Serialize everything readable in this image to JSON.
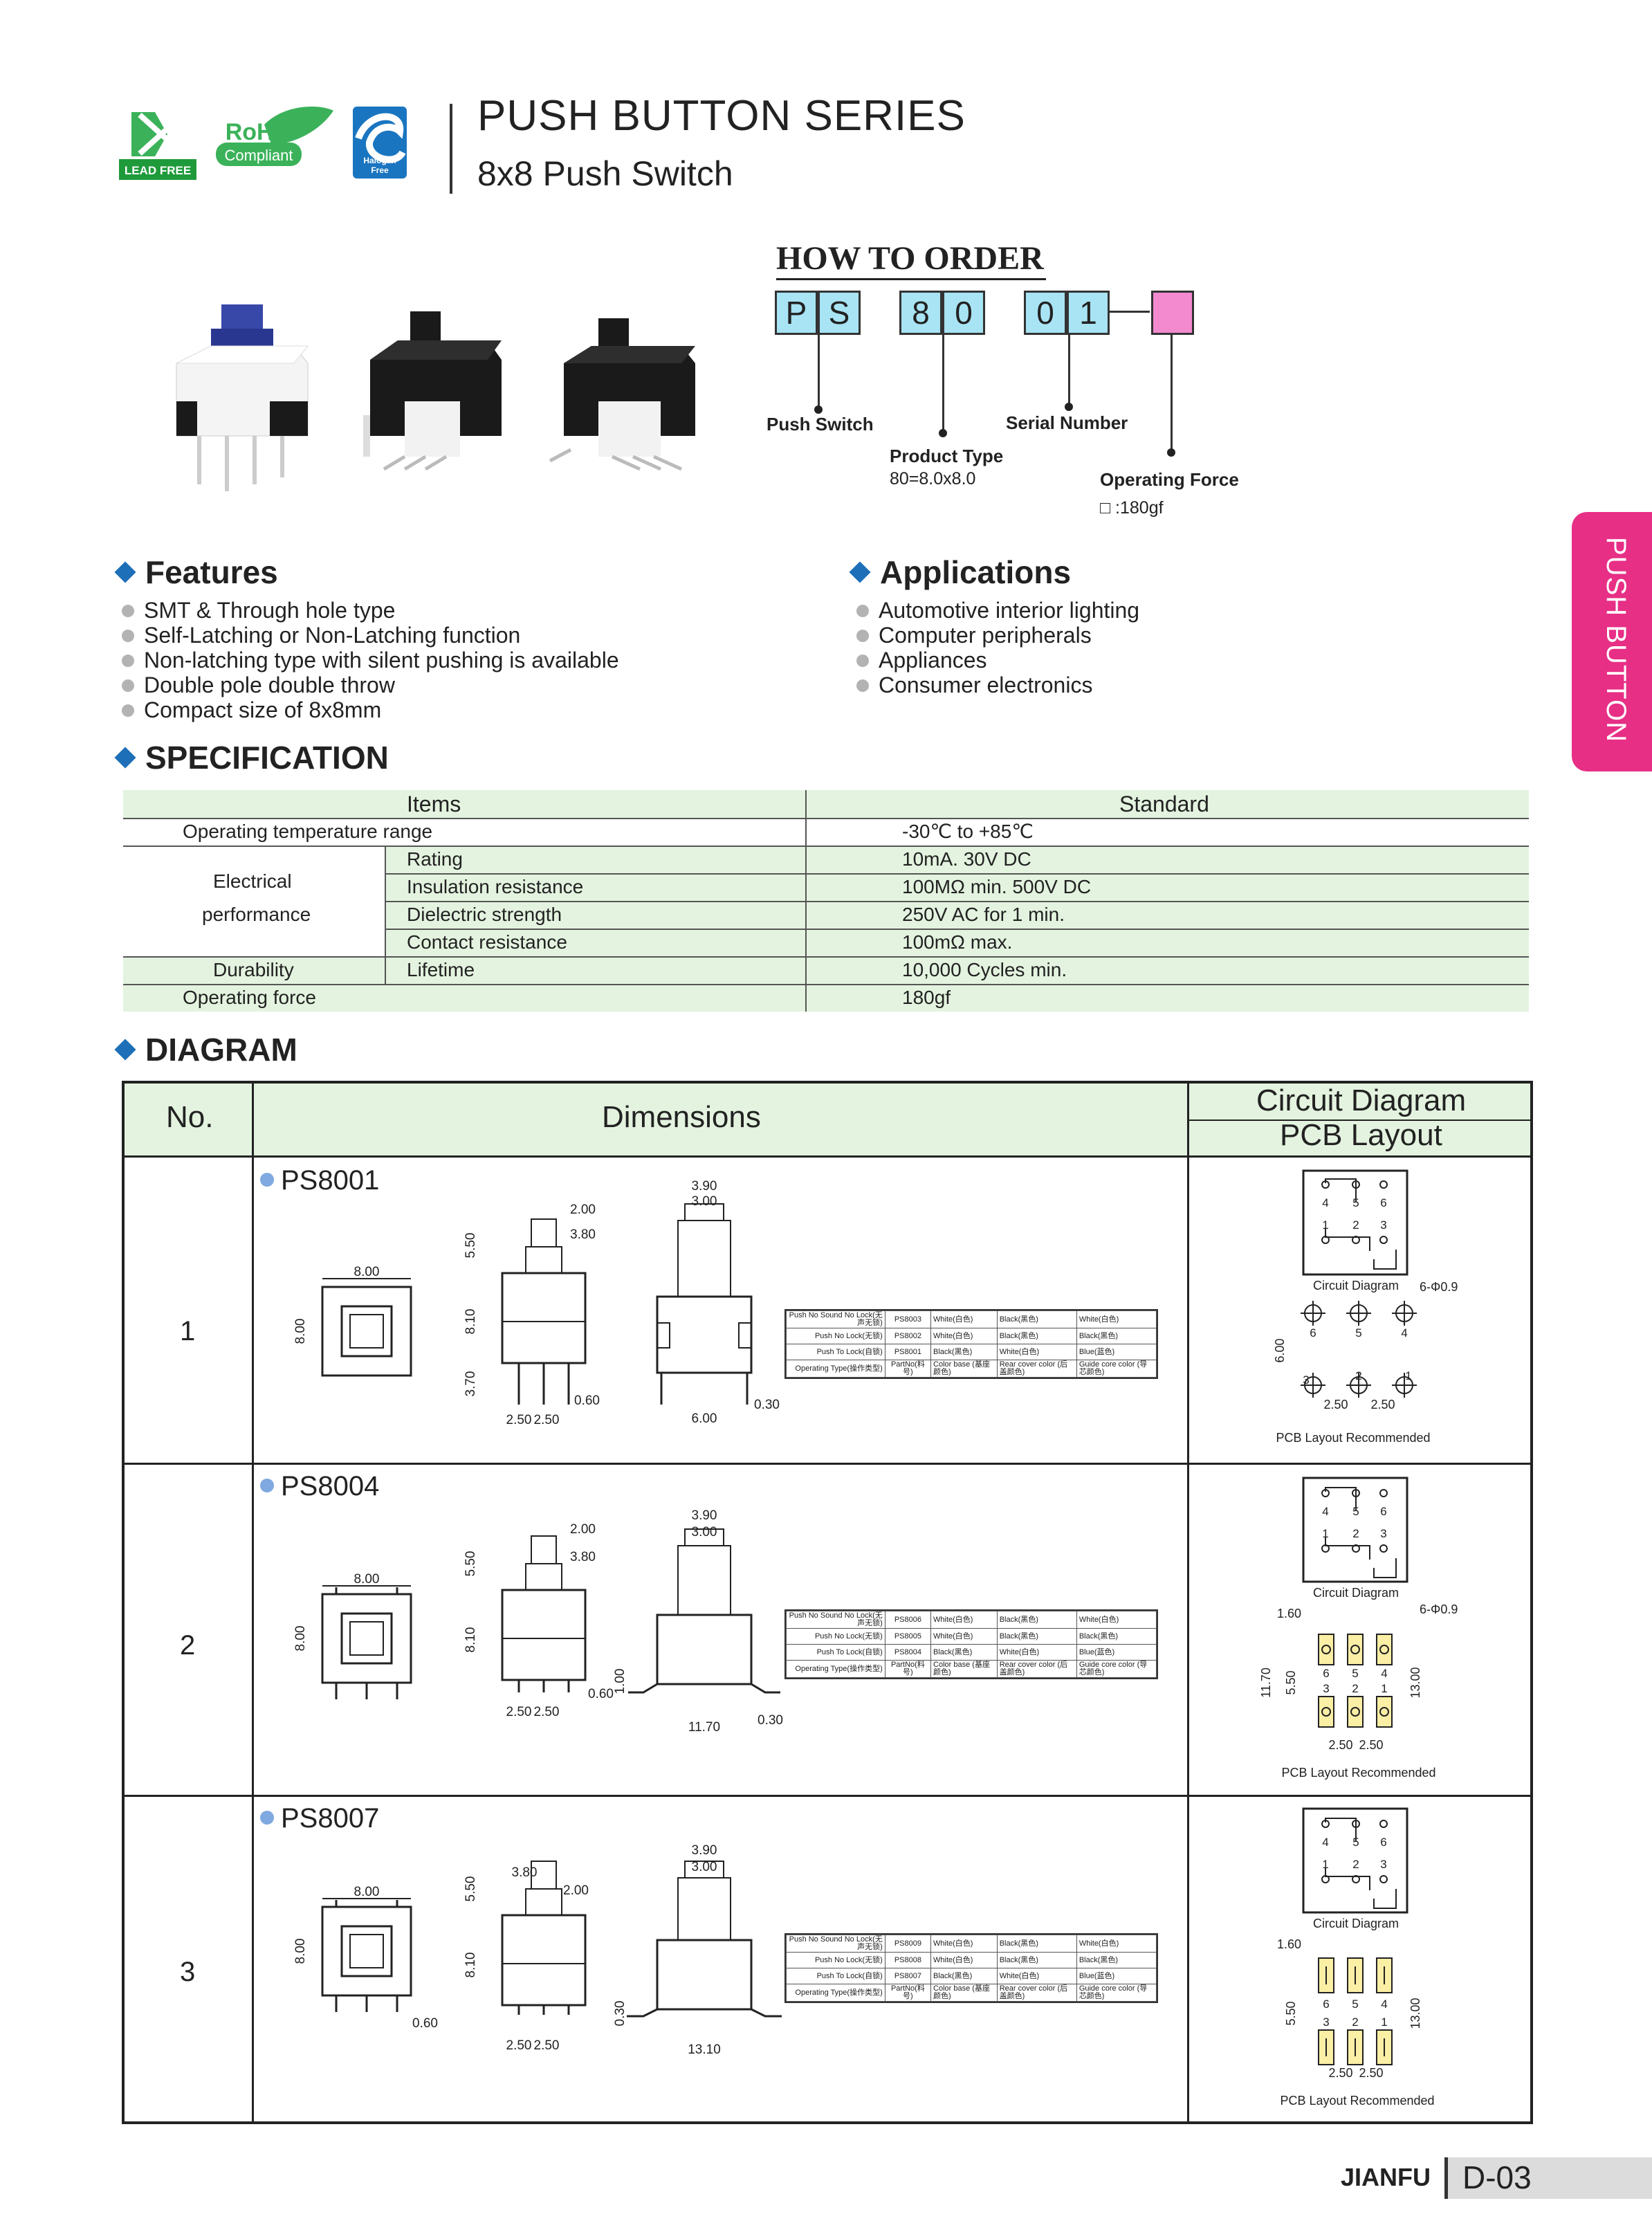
{
  "header": {
    "title": "PUSH BUTTON SERIES",
    "subtitle": "8x8 Push Switch",
    "logos": {
      "lead_free": "LEAD FREE",
      "rohs": "RoHS",
      "rohs_sub": "Compliant",
      "halogen1": "Halogen",
      "halogen2": "Free"
    }
  },
  "how_to_order": {
    "title": "HOW TO ORDER",
    "boxes": [
      "P",
      "S",
      "8",
      "0",
      "0",
      "1",
      ""
    ],
    "labels": {
      "push_switch": "Push Switch",
      "product_type": "Product Type",
      "product_type_value": "80=8.0x8.0",
      "serial_number": "Serial Number",
      "operating_force": "Operating Force",
      "operating_force_value": "□ :180gf"
    }
  },
  "side_tab": "PUSH BUTTON",
  "features": {
    "title": "Features",
    "items": [
      "SMT & Through hole type",
      "Self-Latching or Non-Latching function",
      "Non-latching type with silent pushing is available",
      "Double pole double throw",
      "Compact size of 8x8mm"
    ]
  },
  "applications": {
    "title": "Applications",
    "items": [
      "Automotive interior lighting",
      "Computer peripherals",
      "Appliances",
      "Consumer electronics"
    ]
  },
  "specification": {
    "title": "SPECIFICATION",
    "header_items": "Items",
    "header_standard": "Standard",
    "op_temp": "Operating temperature range",
    "op_temp_val": "-30℃ to +85℃",
    "electrical1": "Electrical",
    "electrical2": "performance",
    "rating": "Rating",
    "rating_val": "10mA. 30V DC",
    "insulation": "Insulation resistance",
    "insulation_val": "100MΩ min. 500V DC",
    "dielectric": "Dielectric strength",
    "dielectric_val": "250V AC for 1 min.",
    "contact": "Contact resistance",
    "contact_val": "100mΩ max.",
    "durability": "Durability",
    "lifetime": "Lifetime",
    "lifetime_val": "10,000 Cycles min.",
    "op_force": "Operating force",
    "op_force_val": "180gf"
  },
  "diagram": {
    "title": "DIAGRAM",
    "col_no": "No.",
    "col_dim": "Dimensions",
    "col_circuit": "Circuit Diagram",
    "col_pcb": "PCB Layout",
    "rows": [
      {
        "no": "1",
        "part": "PS8001",
        "dims": {
          "w": "8.00",
          "h": "8.00",
          "a": "2.00",
          "b": "3.80",
          "c": "5.50",
          "d": "8.10",
          "e": "3.70",
          "f": "0.60",
          "g1": "2.50",
          "g2": "2.50",
          "s1": "3.90",
          "s2": "3.00",
          "s3": "6.00",
          "s4": "0.30"
        },
        "table": [
          [
            "Push No Sound No Lock(无声无锁)",
            "PS8003",
            "White(白色)",
            "Black(黑色)",
            "White(白色)"
          ],
          [
            "Push No Lock(无锁)",
            "PS8002",
            "White(白色)",
            "Black(黑色)",
            "Black(黑色)"
          ],
          [
            "Push To Lock(自锁)",
            "PS8001",
            "Black(黑色)",
            "White(白色)",
            "Blue(蓝色)"
          ]
        ],
        "pcb": {
          "holes": "6-Φ0.9",
          "h": "6.00",
          "p1": "2.50",
          "p2": "2.50"
        }
      },
      {
        "no": "2",
        "part": "PS8004",
        "dims": {
          "w": "8.00",
          "h": "8.00",
          "a": "2.00",
          "b": "3.80",
          "c": "5.50",
          "d": "8.10",
          "f": "0.60",
          "g1": "2.50",
          "g2": "2.50",
          "s1": "3.90",
          "s2": "3.00",
          "s3": "11.70",
          "s4": "0.30",
          "s5": "1.00"
        },
        "table": [
          [
            "Push No Sound No Lock(无声无锁)",
            "PS8006",
            "White(白色)",
            "Black(黑色)",
            "White(白色)"
          ],
          [
            "Push No Lock(无锁)",
            "PS8005",
            "White(白色)",
            "Black(黑色)",
            "Black(黑色)"
          ],
          [
            "Push To Lock(自锁)",
            "PS8004",
            "Black(黑色)",
            "White(白色)",
            "Blue(蓝色)"
          ]
        ],
        "pcb": {
          "holes": "6-Φ0.9",
          "pad": "1.60",
          "h1": "11.70",
          "h2": "5.50",
          "h3": "13.00",
          "p1": "2.50",
          "p2": "2.50"
        }
      },
      {
        "no": "3",
        "part": "PS8007",
        "dims": {
          "w": "8.00",
          "h": "8.00",
          "a": "2.00",
          "b": "3.80",
          "c": "5.50",
          "d": "8.10",
          "f": "0.60",
          "g1": "2.50",
          "g2": "2.50",
          "s1": "3.90",
          "s2": "3.00",
          "s3": "13.10",
          "s4": "0.30"
        },
        "table": [
          [
            "Push No Sound No Lock(无声无锁)",
            "PS8009",
            "White(白色)",
            "Black(黑色)",
            "White(白色)"
          ],
          [
            "Push No Lock(无锁)",
            "PS8008",
            "White(白色)",
            "Black(黑色)",
            "Black(黑色)"
          ],
          [
            "Push To Lock(自锁)",
            "PS8007",
            "Black(黑色)",
            "White(白色)",
            "Blue(蓝色)"
          ]
        ],
        "pcb": {
          "pad": "1.60",
          "h2": "5.50",
          "h3": "13.00",
          "p1": "2.50",
          "p2": "2.50"
        }
      }
    ],
    "table_footer": [
      "Operating Type(操作类型)",
      "PartNo(料号)",
      "Color base (基座颜色)",
      "Rear cover color (后盖颜色)",
      "Guide core color (导芯颜色)"
    ],
    "circuit_label": "Circuit Diagram",
    "pcb_label": "PCB Layout Recommended",
    "pins_top": [
      "4",
      "5",
      "6"
    ],
    "pins_bottom": [
      "1",
      "2",
      "3"
    ],
    "pcb_pins_top": [
      "6",
      "5",
      "4"
    ],
    "pcb_pins_bottom": [
      "3",
      "2",
      "1"
    ]
  },
  "footer": {
    "brand": "JIANFU",
    "page": "D-03"
  },
  "colors": {
    "accent_blue": "#1d6fb8",
    "tab_pink": "#e72f86",
    "box_cyan": "#a8e4f4",
    "box_pink": "#f38ad0",
    "table_green": "#e3f3df"
  }
}
